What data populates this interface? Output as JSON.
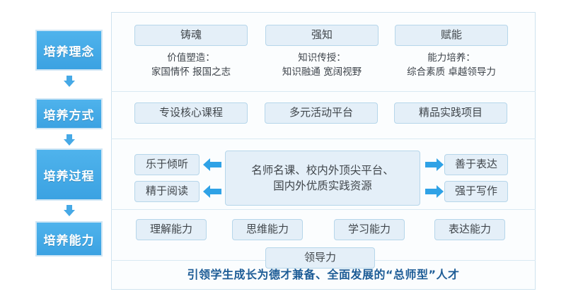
{
  "diagram": {
    "title": "人才培养体系图",
    "accent_blue": "#3ba2e2",
    "chip_fill": "#e4eff8",
    "chip_border": "#b6d6ea",
    "summary_color": "#1d5c96"
  },
  "stages": [
    {
      "label": "培养理念"
    },
    {
      "label": "培养方式"
    },
    {
      "label": "培养过程"
    },
    {
      "label": "培养能力"
    }
  ],
  "row_concept": {
    "chips": [
      {
        "label": "铸魂"
      },
      {
        "label": "强知"
      },
      {
        "label": "赋能"
      }
    ],
    "captions": [
      {
        "text": "价值塑造：\n家国情怀 报国之志"
      },
      {
        "text": "知识传授：\n知识融通 宽阔视野"
      },
      {
        "text": "能力培养：\n综合素质 卓越领导力"
      }
    ]
  },
  "row_method": {
    "chips": [
      {
        "label": "专设核心课程"
      },
      {
        "label": "多元活动平台"
      },
      {
        "label": "精品实践项目"
      }
    ]
  },
  "row_process": {
    "left_chips": [
      {
        "label": "乐于倾听"
      },
      {
        "label": "精于阅读"
      }
    ],
    "center_chip": {
      "label": "名师名课、校内外顶尖平台、\n国内外优质实践资源"
    },
    "right_chips": [
      {
        "label": "善于表达"
      },
      {
        "label": "强于写作"
      }
    ],
    "arrows": [
      {
        "name": "arrow-left-listen",
        "direction": "left"
      },
      {
        "name": "arrow-left-read",
        "direction": "left"
      },
      {
        "name": "arrow-right-express",
        "direction": "right"
      },
      {
        "name": "arrow-right-write",
        "direction": "right"
      }
    ]
  },
  "row_ability": {
    "chips": [
      {
        "label": "理解能力"
      },
      {
        "label": "思维能力"
      },
      {
        "label": "学习能力"
      },
      {
        "label": "表达能力"
      }
    ],
    "extra_chip": {
      "label": "领导力"
    }
  },
  "summary": {
    "text": "引领学生成长为德才兼备、全面发展的“总师型”人才"
  },
  "connectors": {
    "down_arrow_icon": "arrow-down-icon"
  }
}
